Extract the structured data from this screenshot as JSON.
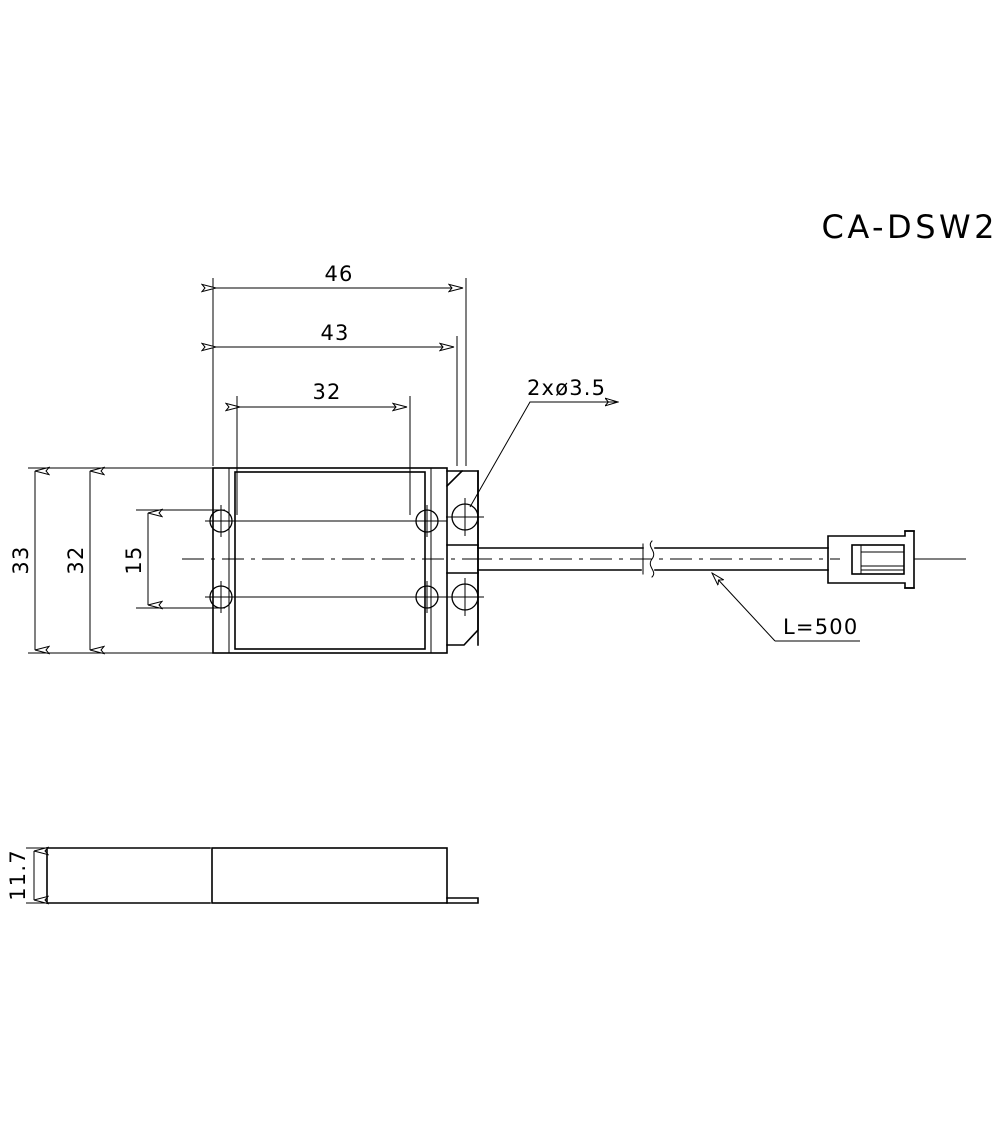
{
  "drawing": {
    "title": "CA-DSW2",
    "part_type": "mechanical-part-dimension-drawing",
    "units": "mm",
    "views": [
      {
        "name": "front-view",
        "label": ""
      },
      {
        "name": "side-view",
        "label": ""
      }
    ],
    "dimensions": {
      "overall_width": "46",
      "flange_width": "43",
      "hole_pitch_horizontal": "32",
      "overall_height": "33",
      "body_height": "32",
      "hole_pitch_vertical": "15",
      "thickness": "11.7"
    },
    "callouts": {
      "holes": "2xø3.5",
      "cable_length": "L=500"
    },
    "colors": {
      "line": "#000000",
      "background": "#ffffff"
    }
  }
}
